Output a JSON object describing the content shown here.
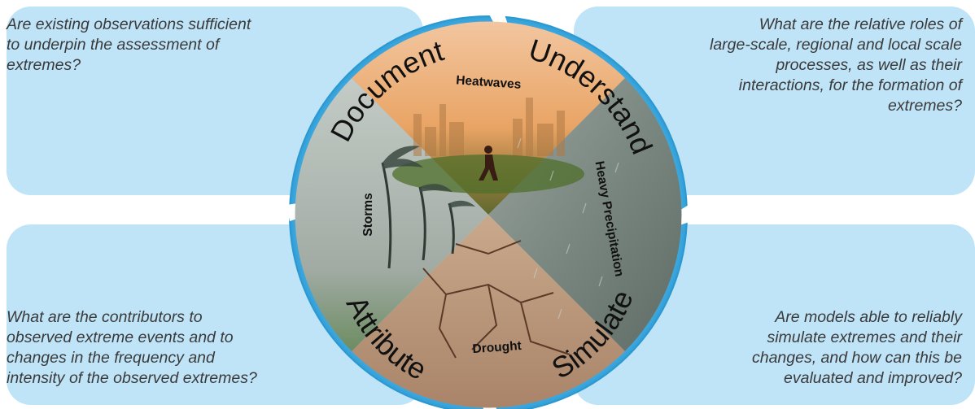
{
  "colors": {
    "panel": "#bfe3f7",
    "ring_outer": "#35a6dc",
    "ring_inner": "#8fd0f2",
    "question_text": "#3a3a3a",
    "heatwaves": "#e8a15f",
    "heavy_precipitation": "#7e8b82",
    "drought": "#b7957a",
    "storms": "#9faaa3"
  },
  "cycle_stages": {
    "document": "Document",
    "understand": "Understand",
    "simulate": "Simulate",
    "attribute": "Attribute"
  },
  "hazards": {
    "heatwaves": "Heatwaves",
    "heavy_precipitation": "Heavy Precipitation",
    "drought": "Drought",
    "storms": "Storms"
  },
  "questions": {
    "document": [
      "Are existing observations sufficient",
      "to underpin the assessment of",
      "extremes?"
    ],
    "understand": [
      "What are the relative roles of",
      "large-scale, regional and local scale",
      "processes, as well as their",
      "interactions, for the formation of",
      "extremes?"
    ],
    "attribute": [
      "What are the contributors to",
      "observed extreme events and to",
      "changes in the frequency and",
      "intensity of the observed extremes?"
    ],
    "simulate": [
      "Are models able to reliably",
      "simulate extremes and their",
      "changes, and how can this be",
      "evaluated and improved?"
    ]
  }
}
